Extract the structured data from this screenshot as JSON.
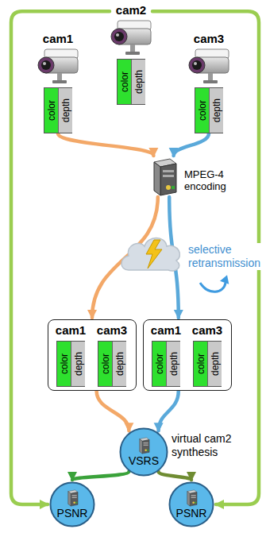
{
  "diagram": {
    "nodes": [
      {
        "text": [
          "cam2",
          "color",
          "depth"
        ]
      },
      {
        "text": [
          "cam1",
          "color",
          "depth"
        ]
      },
      {
        "text": [
          "cam3",
          "color",
          "depth"
        ]
      },
      {
        "text": [
          "MPEG-4 encoding"
        ]
      },
      {
        "text": [
          "selective retransmission"
        ]
      },
      {
        "text": []
      },
      {
        "text": [
          "cam1",
          "color",
          "depth"
        ],
        "in": 5
      },
      {
        "text": [
          "cam3",
          "color",
          "depth"
        ],
        "in": 5
      },
      {
        "text": []
      },
      {
        "text": [
          "cam1",
          "color",
          "depth"
        ],
        "in": 8
      },
      {
        "text": [
          "cam3",
          "color",
          "depth"
        ],
        "in": 8
      },
      {
        "text": [
          "VSRS",
          "virtual cam2 synthesis"
        ]
      },
      {
        "text": [
          "PSNR"
        ]
      },
      {
        "text": [
          "PSNR"
        ]
      }
    ],
    "edges": [
      {
        "from": 1,
        "to": 3,
        "arrow": "to"
      },
      {
        "from": 2,
        "to": 3,
        "arrow": "to"
      },
      {
        "from": 3,
        "to": 5,
        "arrow": "to"
      },
      {
        "from": 3,
        "to": 8,
        "arrow": "to"
      },
      {
        "from": 5,
        "to": 11,
        "arrow": "to"
      },
      {
        "from": 8,
        "to": 11,
        "arrow": "to"
      },
      {
        "from": 11,
        "to": 12,
        "arrow": "to"
      },
      {
        "from": 11,
        "to": 13,
        "arrow": "to"
      },
      {
        "from": 0,
        "to": 12,
        "arrow": "to"
      },
      {
        "from": 0,
        "to": 13,
        "arrow": "to"
      }
    ]
  }
}
